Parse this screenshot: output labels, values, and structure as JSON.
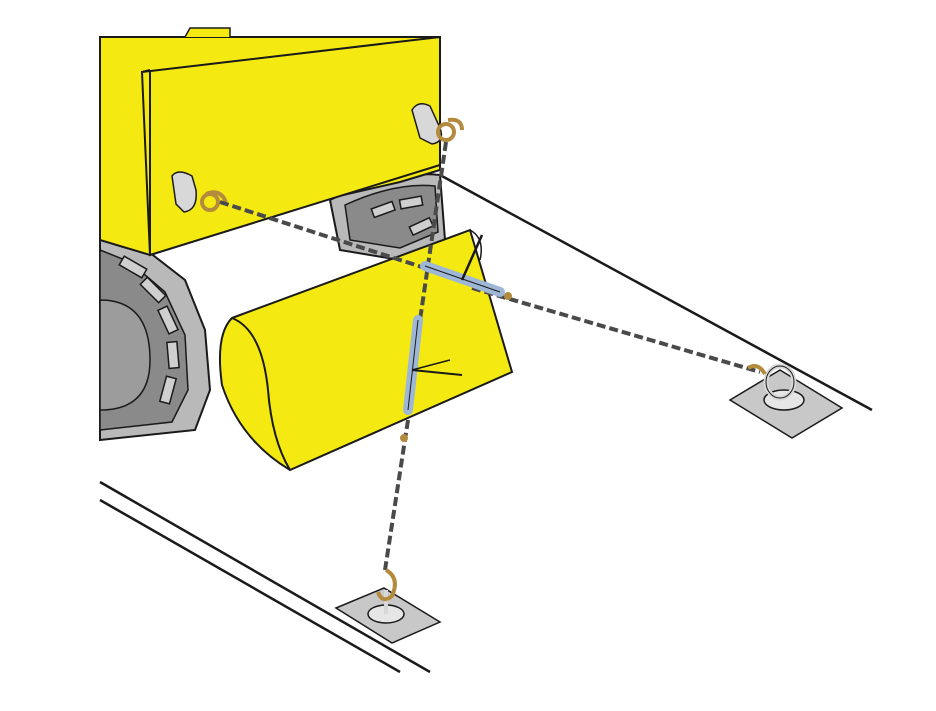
{
  "illustration": {
    "subject": "tracked-machine-tie-down",
    "colors": {
      "machine_yellow": "#f4ea12",
      "outline": "#1a1a1a",
      "track_gray": "#b9b9b9",
      "track_dark": "#8a8a8a",
      "chain": "#4a4a4a",
      "hook_bronze": "#b48a3c",
      "binder_blue": "#9fb7d6",
      "plate_gray": "#c8c8c8",
      "deck_line": "#1a1a1a"
    },
    "components": [
      "machine-body",
      "dozer-blade",
      "left-track",
      "right-track",
      "upper-lifting-eye",
      "lower-lifting-eye",
      "chain-front",
      "chain-side",
      "ratchet-binder-front",
      "ratchet-binder-side",
      "floor-anchor-front",
      "floor-anchor-side",
      "deck-edge-rails"
    ]
  }
}
